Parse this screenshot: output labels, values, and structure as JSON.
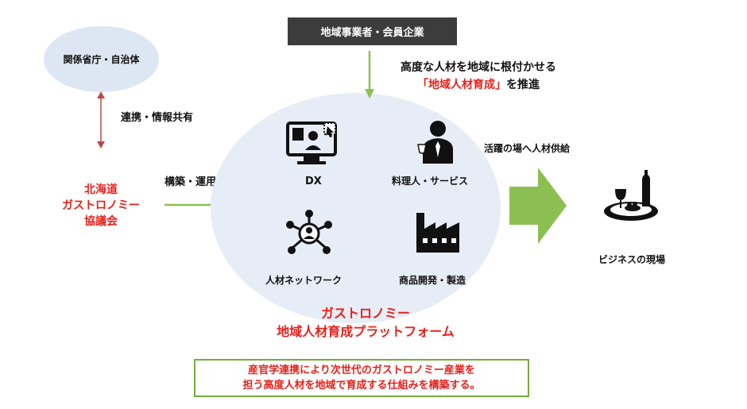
{
  "gov": {
    "label": "関係省庁・自治体"
  },
  "business_box": {
    "label": "地域事業者・会員企業"
  },
  "intro": {
    "line1": "高度な人材を地域に根付かせる",
    "line2_highlight": "「地域人材育成」",
    "line2_rest": "を推進"
  },
  "links": {
    "cooperation": "連携・情報共有",
    "build_operate": "構築・運用",
    "supply": "活躍の場へ人材供給"
  },
  "council": {
    "lines": [
      "北海道",
      "ガストロノミー",
      "協議会"
    ]
  },
  "platform": {
    "items": [
      {
        "label": "DX",
        "icon": "dx-monitor-icon"
      },
      {
        "label": "料理人・サービス",
        "icon": "chef-icon"
      },
      {
        "label": "人材ネットワーク",
        "icon": "network-icon"
      },
      {
        "label": "商品開発・製造",
        "icon": "factory-icon"
      }
    ],
    "title_line1": "ガストロノミー",
    "title_line2": "地域人材育成プラットフォーム"
  },
  "business_site": {
    "label": "ビジネスの現場",
    "icon": "dining-icon"
  },
  "summary": {
    "line1": "産官学連携により次世代のガストロノミー産業を",
    "line2": "担う高度人材を地域で育成する仕組みを構築する。"
  },
  "colors": {
    "accent_red": "#e8201a",
    "accent_green": "#8cbf52",
    "ellipse_blue": "#e7edf6",
    "dark_box": "#3c3c3c"
  }
}
